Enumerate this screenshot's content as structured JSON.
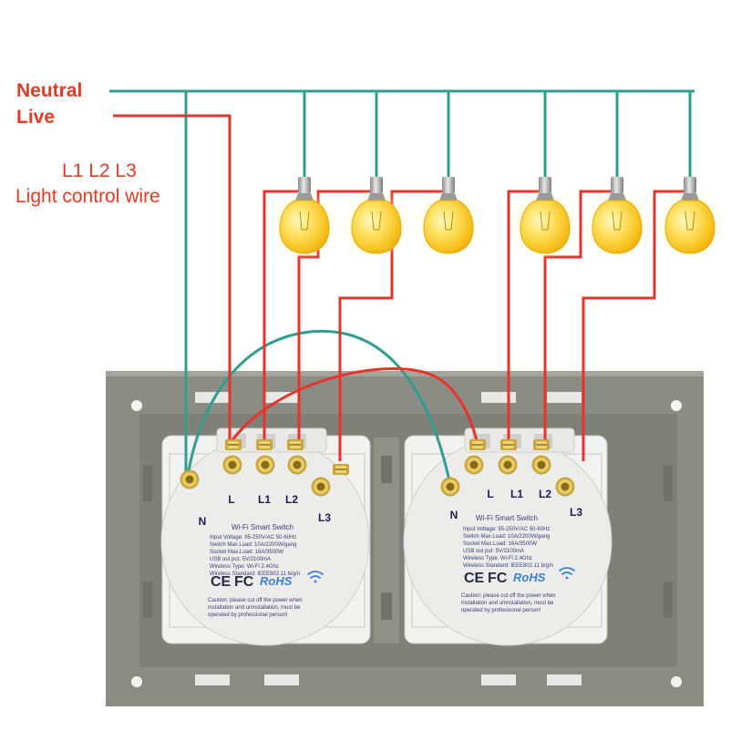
{
  "legend": {
    "neutral": "Neutral",
    "live": "Live",
    "control_line1": "L1 L2 L3",
    "control_line2": "Light control wire"
  },
  "colors": {
    "neutral_wire": "#2f9e8f",
    "live_wire": "#e8332a",
    "label_red": "#e23b26",
    "panel": "#8b8d85",
    "module": "#ededed"
  },
  "bulb_count": 6,
  "switches": [
    {
      "terminals": {
        "n": "N",
        "l": "L",
        "l1": "L1",
        "l2": "L2",
        "l3": "L3"
      },
      "title": "Wi-Fi Smart Switch",
      "specs": [
        "Input Voltage: 95-250V/AC 50-60Hz",
        "Switch Max.Load: 10A/2200W/gang",
        "Socket Max.Load: 16A/3500W",
        "USB out put: 5V/2100mA",
        "Wireless Type: Wi-Fi 2.4Ghz",
        "Wireless Standard: IEEE802.11 b/g/n"
      ],
      "cert": {
        "ce": "CE",
        "fc": "FC",
        "rohs": "RoHS"
      },
      "caution": [
        "Caution: please cut off the power when",
        "installation and uninstallation, must be",
        "operated by professional person!"
      ]
    },
    {
      "terminals": {
        "n": "N",
        "l": "L",
        "l1": "L1",
        "l2": "L2",
        "l3": "L3"
      },
      "title": "Wi-Fi Smart Switch",
      "specs": [
        "Input Voltage: 95-250V/AC 50-60Hz",
        "Switch Max.Load: 10A/2200W/gang",
        "Socket Max.Load: 16A/3500W",
        "USB out put: 5V/2100mA",
        "Wireless Type: Wi-Fi 2.4Ghz",
        "Wireless Standard: IEEE802.11 b/g/n"
      ],
      "cert": {
        "ce": "CE",
        "fc": "FC",
        "rohs": "RoHS"
      },
      "caution": [
        "Caution: please cut off the power when",
        "installation and uninstallation, must be",
        "operated by professional person!"
      ]
    }
  ]
}
